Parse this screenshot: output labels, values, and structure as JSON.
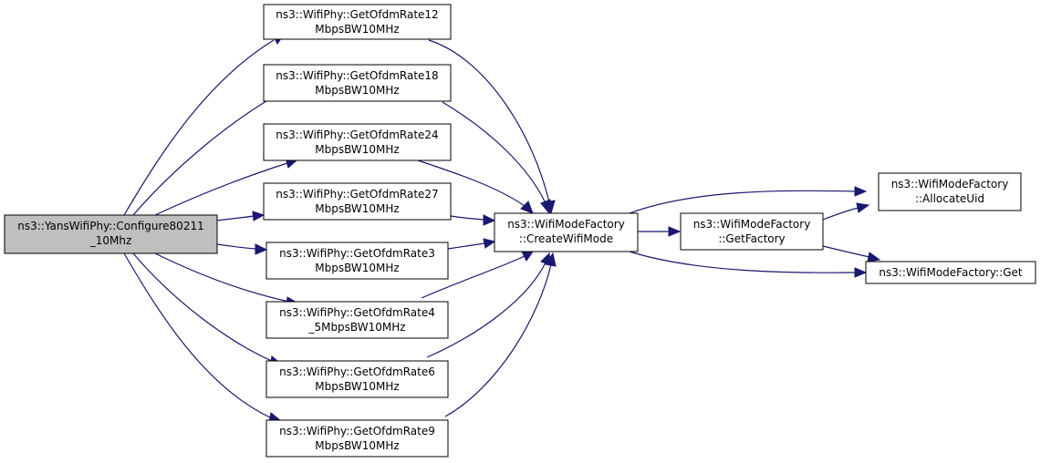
{
  "colors": {
    "edge": "#191970",
    "root_fill": "#bfbfbf",
    "node_fill": "#ffffff",
    "border": "#000000"
  },
  "nodes": {
    "configure": {
      "lines": [
        "ns3::YansWifiPhy::Configure80211",
        "_10Mhz"
      ]
    },
    "rate12": {
      "lines": [
        "ns3::WifiPhy::GetOfdmRate12",
        "MbpsBW10MHz"
      ]
    },
    "rate18": {
      "lines": [
        "ns3::WifiPhy::GetOfdmRate18",
        "MbpsBW10MHz"
      ]
    },
    "rate24": {
      "lines": [
        "ns3::WifiPhy::GetOfdmRate24",
        "MbpsBW10MHz"
      ]
    },
    "rate27": {
      "lines": [
        "ns3::WifiPhy::GetOfdmRate27",
        "MbpsBW10MHz"
      ]
    },
    "rate3": {
      "lines": [
        "ns3::WifiPhy::GetOfdmRate3",
        "MbpsBW10MHz"
      ]
    },
    "rate45": {
      "lines": [
        "ns3::WifiPhy::GetOfdmRate4",
        "_5MbpsBW10MHz"
      ]
    },
    "rate6": {
      "lines": [
        "ns3::WifiPhy::GetOfdmRate6",
        "MbpsBW10MHz"
      ]
    },
    "rate9": {
      "lines": [
        "ns3::WifiPhy::GetOfdmRate9",
        "MbpsBW10MHz"
      ]
    },
    "createwifimode": {
      "lines": [
        "ns3::WifiModeFactory",
        "::CreateWifiMode"
      ]
    },
    "getfactory": {
      "lines": [
        "ns3::WifiModeFactory",
        "::GetFactory"
      ]
    },
    "allocateuid": {
      "lines": [
        "ns3::WifiModeFactory",
        "::AllocateUid"
      ]
    },
    "get": {
      "lines": [
        "ns3::WifiModeFactory::Get"
      ]
    }
  },
  "edges": [
    {
      "from": "configure",
      "to": "rate12"
    },
    {
      "from": "configure",
      "to": "rate18"
    },
    {
      "from": "configure",
      "to": "rate24"
    },
    {
      "from": "configure",
      "to": "rate27"
    },
    {
      "from": "configure",
      "to": "rate3"
    },
    {
      "from": "configure",
      "to": "rate45"
    },
    {
      "from": "configure",
      "to": "rate6"
    },
    {
      "from": "configure",
      "to": "rate9"
    },
    {
      "from": "rate12",
      "to": "createwifimode"
    },
    {
      "from": "rate18",
      "to": "createwifimode"
    },
    {
      "from": "rate24",
      "to": "createwifimode"
    },
    {
      "from": "rate27",
      "to": "createwifimode"
    },
    {
      "from": "rate3",
      "to": "createwifimode"
    },
    {
      "from": "rate45",
      "to": "createwifimode"
    },
    {
      "from": "rate6",
      "to": "createwifimode"
    },
    {
      "from": "rate9",
      "to": "createwifimode"
    },
    {
      "from": "createwifimode",
      "to": "allocateuid"
    },
    {
      "from": "createwifimode",
      "to": "getfactory"
    },
    {
      "from": "createwifimode",
      "to": "get"
    },
    {
      "from": "getfactory",
      "to": "allocateuid"
    },
    {
      "from": "getfactory",
      "to": "get"
    }
  ]
}
